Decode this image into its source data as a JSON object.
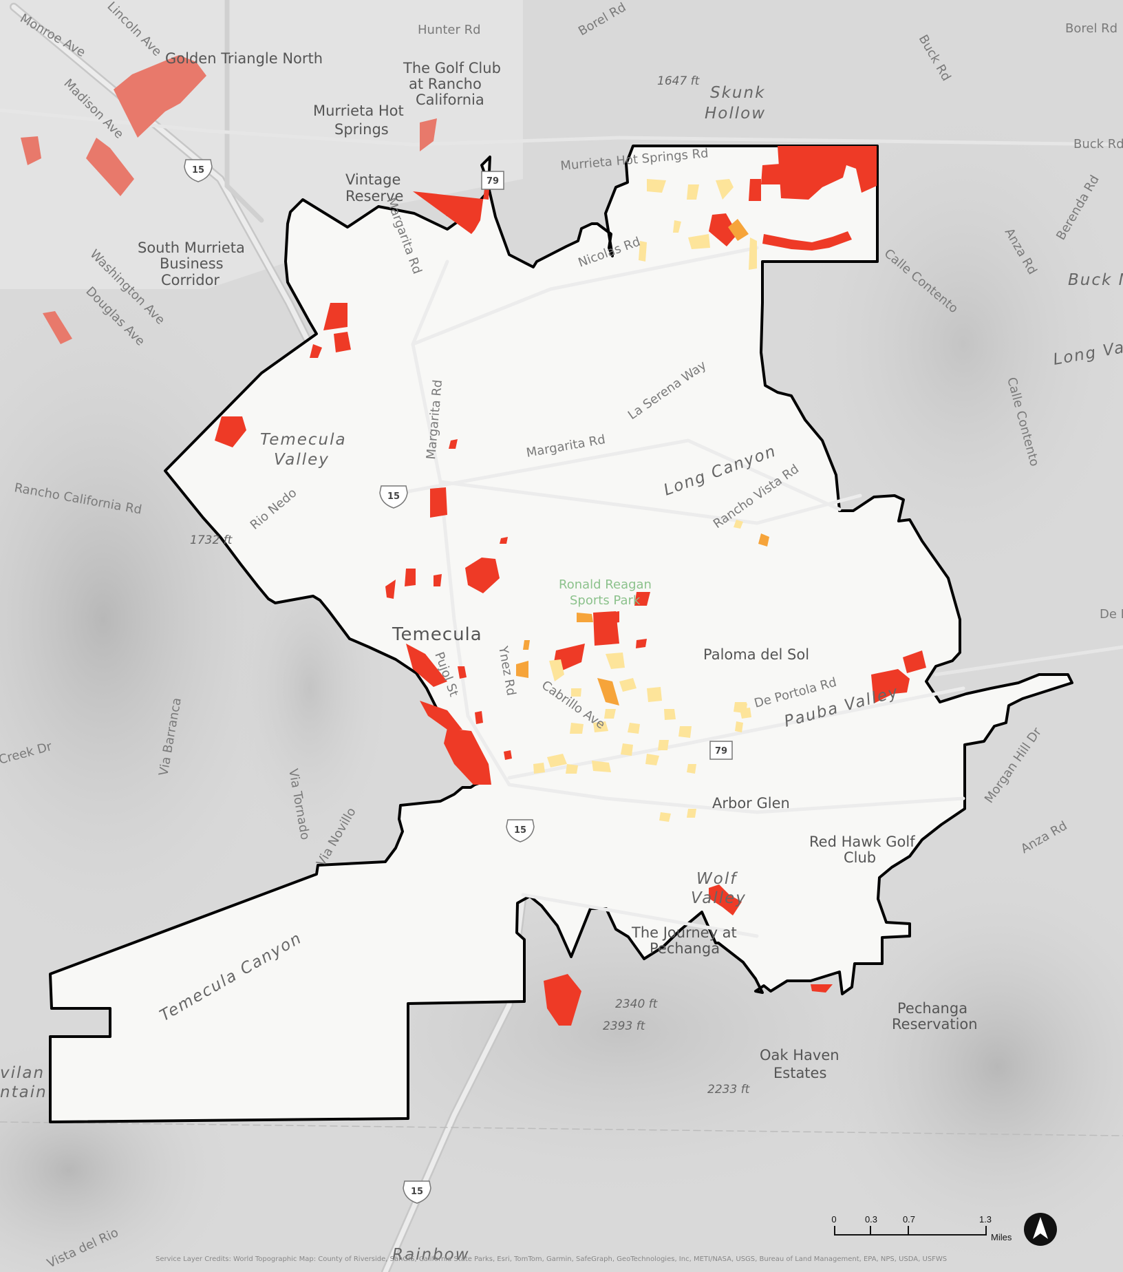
{
  "colors": {
    "background": "#d9d9d9",
    "city_fill": "#f8f8f6",
    "boundary": "#000000",
    "high": "#ee3a26",
    "medium": "#f6a43a",
    "low": "#fde49a",
    "outside_high": "#e8796b"
  },
  "labels": {
    "places": [
      {
        "id": "hunter-rd",
        "text": "Hunter Rd",
        "cls": "road"
      },
      {
        "id": "golf-club-1",
        "text": "The Golf Club",
        "cls": "place"
      },
      {
        "id": "golf-club-2",
        "text": "at Rancho",
        "cls": "place"
      },
      {
        "id": "golf-club-3",
        "text": "California",
        "cls": "place"
      },
      {
        "id": "murrieta-hs-1",
        "text": "Murrieta Hot",
        "cls": "place"
      },
      {
        "id": "murrieta-hs-2",
        "text": "Springs",
        "cls": "place"
      },
      {
        "id": "vintage-1",
        "text": "Vintage",
        "cls": "place"
      },
      {
        "id": "vintage-2",
        "text": "Reserve",
        "cls": "place"
      },
      {
        "id": "smbc-1",
        "text": "South Murrieta",
        "cls": "place"
      },
      {
        "id": "smbc-2",
        "text": "Business",
        "cls": "place"
      },
      {
        "id": "smbc-3",
        "text": "Corridor",
        "cls": "place"
      },
      {
        "id": "skunk-1",
        "text": "Skunk",
        "cls": "area"
      },
      {
        "id": "skunk-2",
        "text": "Hollow",
        "cls": "area"
      },
      {
        "id": "elev-1647",
        "text": "1647 ft",
        "cls": "elev"
      },
      {
        "id": "temecula-valley-1",
        "text": "Temecula",
        "cls": "area"
      },
      {
        "id": "temecula-valley-2",
        "text": "Valley",
        "cls": "area"
      },
      {
        "id": "temecula",
        "text": "Temecula",
        "cls": "city"
      },
      {
        "id": "rrsp-1",
        "text": "Ronald Reagan",
        "cls": "park"
      },
      {
        "id": "rrsp-2",
        "text": "Sports Park",
        "cls": "park"
      },
      {
        "id": "paloma",
        "text": "Paloma del Sol",
        "cls": "place"
      },
      {
        "id": "arbor",
        "text": "Arbor Glen",
        "cls": "place"
      },
      {
        "id": "redhawk-1",
        "text": "Red Hawk Golf",
        "cls": "place"
      },
      {
        "id": "redhawk-2",
        "text": "Club",
        "cls": "place"
      },
      {
        "id": "wolf-1",
        "text": "Wolf",
        "cls": "area"
      },
      {
        "id": "wolf-2",
        "text": "Valley",
        "cls": "area"
      },
      {
        "id": "journey-1",
        "text": "The Journey at",
        "cls": "place"
      },
      {
        "id": "journey-2",
        "text": "Pechanga",
        "cls": "place"
      },
      {
        "id": "pechanga-1",
        "text": "Pechanga",
        "cls": "place"
      },
      {
        "id": "pechanga-2",
        "text": "Reservation",
        "cls": "place"
      },
      {
        "id": "oakhaven-1",
        "text": "Oak Haven",
        "cls": "place"
      },
      {
        "id": "oakhaven-2",
        "text": "Estates",
        "cls": "place"
      },
      {
        "id": "elev-2340",
        "text": "2340 ft",
        "cls": "elev"
      },
      {
        "id": "elev-2393",
        "text": "2393 ft",
        "cls": "elev"
      },
      {
        "id": "elev-2233",
        "text": "2233 ft",
        "cls": "elev"
      },
      {
        "id": "elev-1732",
        "text": "1732 ft",
        "cls": "elev"
      },
      {
        "id": "borel-rd",
        "text": "Borel Rd",
        "cls": "road"
      },
      {
        "id": "borel-rd-2",
        "text": "Borel Rd",
        "cls": "road"
      },
      {
        "id": "buck-rd",
        "text": "Buck Rd",
        "cls": "road"
      },
      {
        "id": "buck-rd-2",
        "text": "Buck Rd",
        "cls": "road"
      },
      {
        "id": "buck-m",
        "text": "Buck M",
        "cls": "area"
      },
      {
        "id": "long-va",
        "text": "Long Va",
        "cls": "area"
      },
      {
        "id": "calle-contento",
        "text": "Calle Contento",
        "cls": "road"
      },
      {
        "id": "calle-contento-2",
        "text": "Calle Contento",
        "cls": "road"
      },
      {
        "id": "anza-rd",
        "text": "Anza Rd",
        "cls": "road"
      },
      {
        "id": "anza-rd-2",
        "text": "Anza Rd",
        "cls": "road"
      },
      {
        "id": "berenda",
        "text": "Berenda Rd",
        "cls": "road"
      },
      {
        "id": "murrieta-hs-rd",
        "text": "Murrieta Hot Springs Rd",
        "cls": "road"
      },
      {
        "id": "nicolas",
        "text": "Nicolas Rd",
        "cls": "road"
      },
      {
        "id": "margarita-rd-1",
        "text": "Margarita Rd",
        "cls": "road"
      },
      {
        "id": "margarita-rd-2",
        "text": "Margarita Rd",
        "cls": "road"
      },
      {
        "id": "margarita-rd-3",
        "text": "Margarita Rd",
        "cls": "road"
      },
      {
        "id": "la-serena",
        "text": "La Serena Way",
        "cls": "road"
      },
      {
        "id": "long-canyon",
        "text": "Long Canyon",
        "cls": "area"
      },
      {
        "id": "rancho-vista",
        "text": "Rancho Vista Rd",
        "cls": "road"
      },
      {
        "id": "rio-nedo",
        "text": "Rio Nedo",
        "cls": "road"
      },
      {
        "id": "rancho-cal",
        "text": "Rancho California Rd",
        "cls": "road"
      },
      {
        "id": "monroe",
        "text": "Monroe Ave",
        "cls": "road"
      },
      {
        "id": "lincoln",
        "text": "Lincoln Ave",
        "cls": "road"
      },
      {
        "id": "madison",
        "text": "Madison Ave",
        "cls": "road"
      },
      {
        "id": "washington",
        "text": "Washington Ave",
        "cls": "road"
      },
      {
        "id": "douglas",
        "text": "Douglas Ave",
        "cls": "road"
      },
      {
        "id": "golden-triangle",
        "text": "Golden Triangle North",
        "cls": "place"
      },
      {
        "id": "pujol",
        "text": "Pujol St",
        "cls": "road"
      },
      {
        "id": "ynez",
        "text": "Ynez Rd",
        "cls": "road"
      },
      {
        "id": "cabrillo",
        "text": "Cabrillo Ave",
        "cls": "road"
      },
      {
        "id": "de-portola",
        "text": "De Portola Rd",
        "cls": "road"
      },
      {
        "id": "pauba",
        "text": "Pauba Valley",
        "cls": "area"
      },
      {
        "id": "morgan-hill",
        "text": "Morgan Hill Dr",
        "cls": "road"
      },
      {
        "id": "creek-dr",
        "text": "Creek Dr",
        "cls": "road"
      },
      {
        "id": "via-barranca",
        "text": "Via Barranca",
        "cls": "road"
      },
      {
        "id": "via-tornado",
        "text": "Via Tornado",
        "cls": "road"
      },
      {
        "id": "novillo",
        "text": "Via Novillo",
        "cls": "road"
      },
      {
        "id": "temecula-canyon",
        "text": "Temecula Canyon",
        "cls": "area"
      },
      {
        "id": "vista-del-rio",
        "text": "Vista del Rio",
        "cls": "road"
      },
      {
        "id": "rainbow",
        "text": "Rainbow",
        "cls": "area"
      },
      {
        "id": "avilan-1",
        "text": "vilan",
        "cls": "area"
      },
      {
        "id": "avilan-2",
        "text": "ntain",
        "cls": "area"
      },
      {
        "id": "de-pe",
        "text": "De Pe",
        "cls": "road"
      }
    ],
    "shields": [
      {
        "id": "i15-a",
        "text": "15"
      },
      {
        "id": "i15-b",
        "text": "15"
      },
      {
        "id": "i15-c",
        "text": "15"
      },
      {
        "id": "i15-d",
        "text": "15"
      },
      {
        "id": "sr79-a",
        "text": "79"
      },
      {
        "id": "sr79-b",
        "text": "79"
      }
    ]
  },
  "scale_bar": {
    "ticks": [
      "0",
      "0.3",
      "0.7",
      "1.3"
    ],
    "unit": "Miles"
  },
  "north_arrow": {
    "icon": "north-arrow-icon"
  },
  "credits": "Service Layer Credits: World Topographic Map: County of Riverside, SanGIS, California State Parks, Esri, TomTom, Garmin, SafeGraph, GeoTechnologies, Inc, METI/NASA, USGS, Bureau of Land Management, EPA, NPS, USDA, USFWS"
}
